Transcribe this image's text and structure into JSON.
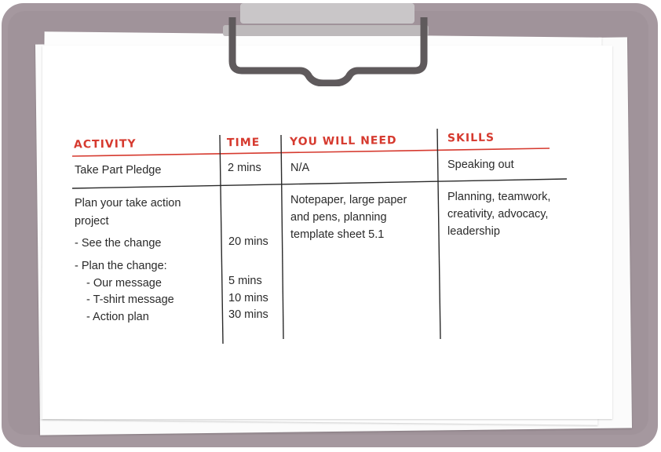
{
  "colors": {
    "board": "#a5989f",
    "header_text": "#d63a2f",
    "header_rule": "#d63a2f",
    "body_text": "#2a2a2a"
  },
  "headers": {
    "activity": "ACTIVITY",
    "time": "TIME",
    "need": "YOU WILL NEED",
    "skills": "SKILLS"
  },
  "rows": [
    {
      "activity": "Take Part Pledge",
      "time": "2 mins",
      "need": "N/A",
      "skills": "Speaking out"
    },
    {
      "activity_lines": [
        "Plan your take action",
        "project",
        "-  See the change",
        "-  Plan the change:",
        "- Our message",
        "- T-shirt message",
        "- Action plan"
      ],
      "time_lines": [
        "20 mins",
        "5 mins",
        "10 mins",
        "30 mins"
      ],
      "need_lines": [
        "Notepaper, large paper",
        "and pens, planning",
        "template sheet 5.1"
      ],
      "skills_lines": [
        "Planning, teamwork,",
        "creativity, advocacy,",
        "leadership"
      ]
    }
  ]
}
